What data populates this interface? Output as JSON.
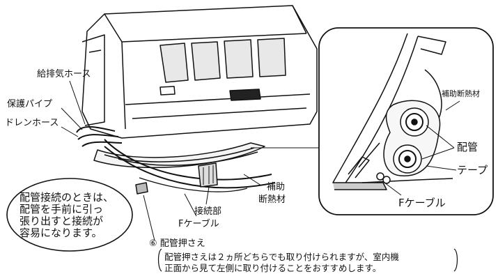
{
  "labels": {
    "hose_air": "給排気ホース",
    "protect_pipe": "保護パイプ",
    "drain_hose": "ドレンホース",
    "assist_insulation": "補助",
    "assist_insulation_2": "断熱材",
    "joint": "接続部",
    "f_cable": "Fケーブル"
  },
  "bubble": {
    "lines": [
      "配管接続のときは、",
      "配管を手前に引っ",
      "張り出すと接続が",
      "容易になります。"
    ]
  },
  "inset": {
    "assist_insulation": "補助断熱材",
    "pipe": "配管",
    "tape": "テープ",
    "f_cable": "Fケーブル"
  },
  "note": {
    "title": "⑥ 配管押さえ",
    "line1": "配管押さえは２ヵ所どちらでも取り付けられますが、室内機",
    "line2": "正面から見て左側に取り付けることをおすすめします。"
  }
}
